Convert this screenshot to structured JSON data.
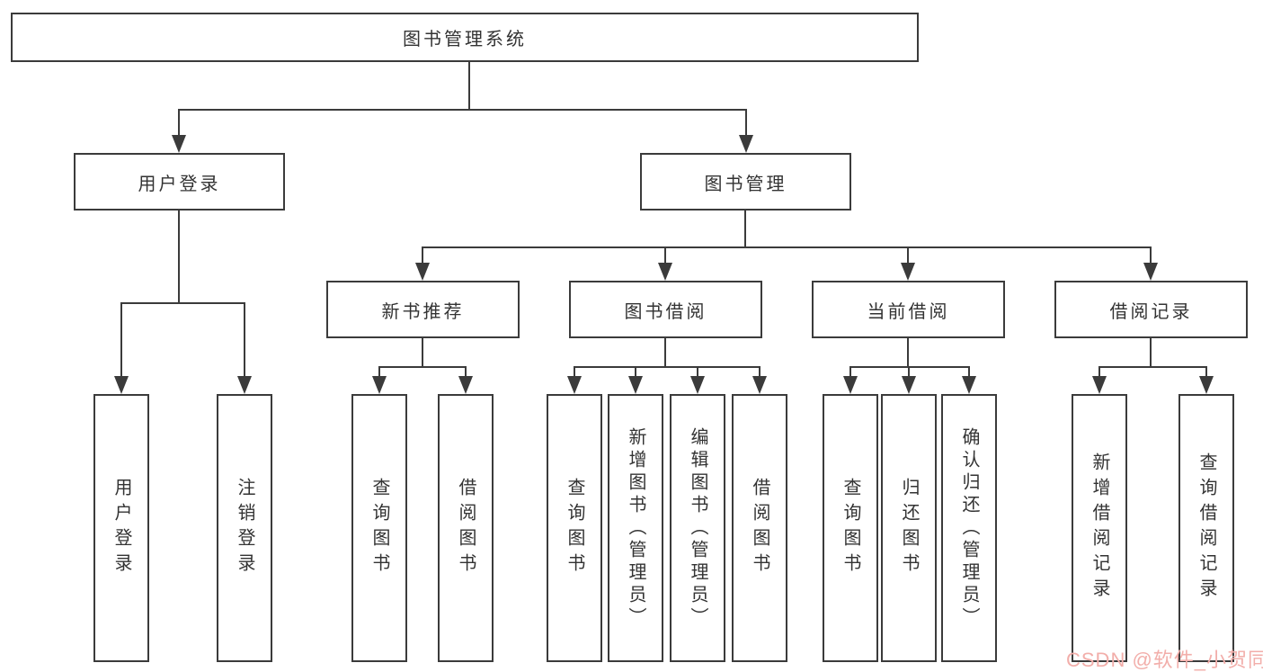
{
  "diagram": {
    "title": "图书管理系统",
    "root": {
      "label": "图书管理系统"
    },
    "level2": [
      {
        "label": "用户登录"
      },
      {
        "label": "图书管理"
      }
    ],
    "level3": [
      {
        "label": "新书推荐"
      },
      {
        "label": "图书借阅"
      },
      {
        "label": "当前借阅"
      },
      {
        "label": "借阅记录"
      }
    ],
    "leaves": {
      "user_login": [
        {
          "label": "用户登录"
        },
        {
          "label": "注销登录"
        }
      ],
      "new_book_recommend": [
        {
          "label": "查询图书"
        },
        {
          "label": "借阅图书"
        }
      ],
      "book_borrow": [
        {
          "label": "查询图书"
        },
        {
          "label": "新增图书（管理员）"
        },
        {
          "label": "编辑图书（管理员）"
        },
        {
          "label": "借阅图书"
        }
      ],
      "current_borrow": [
        {
          "label": "查询图书"
        },
        {
          "label": "归还图书"
        },
        {
          "label": "确认归还（管理员）"
        }
      ],
      "borrow_record": [
        {
          "label": "新增借阅记录"
        },
        {
          "label": "查询借阅记录"
        }
      ]
    }
  },
  "watermark": {
    "text": "CSDN @软件_小贺同学"
  },
  "colors": {
    "line": "#3b3b3b",
    "text": "#333333",
    "background": "#ffffff",
    "watermark_text": "#f2aeaa"
  }
}
